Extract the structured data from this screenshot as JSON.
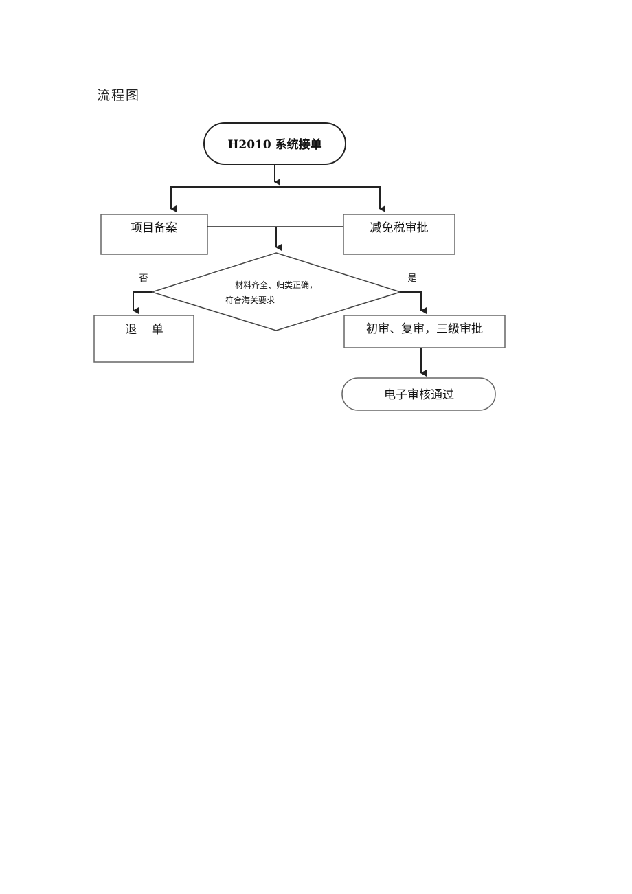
{
  "page": {
    "heading": "流程图"
  },
  "flowchart": {
    "start": "H2010 系统接单",
    "branch_left": "项目备案",
    "branch_right": "减免税审批",
    "decision": {
      "line1": "材料齐全、归类正确，",
      "line2": "符合海关要求"
    },
    "no_label": "否",
    "yes_label": "是",
    "reject": "退    单",
    "review": "初审、复审，三级审批",
    "end": "电子审核通过"
  },
  "colors": {
    "stroke": "#222222",
    "box_border": "#555555",
    "text": "#111111"
  }
}
